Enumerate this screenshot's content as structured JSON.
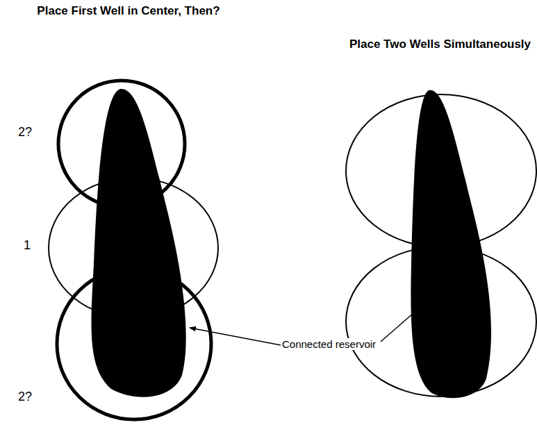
{
  "diagram": {
    "labels": [
      "Place First Well in Center, Then?",
      "Place Two Wells Simultaneously",
      "2?",
      "1",
      "2?",
      "Connected reservoir"
    ]
  }
}
